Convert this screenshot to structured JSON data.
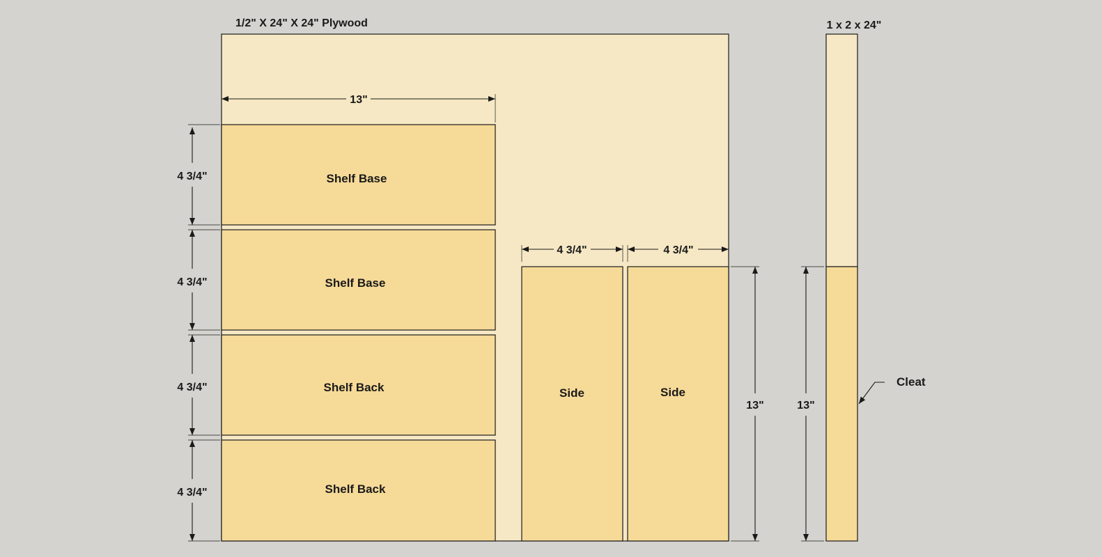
{
  "sheet": {
    "title": "1/2\" X 24\" X 24\" Plywood",
    "width_dim": "13\"",
    "side_width_1": "4 3/4\"",
    "side_width_2": "4 3/4\"",
    "side_height": "13\""
  },
  "parts": [
    {
      "label": "Shelf Base",
      "height_dim": "4 3/4\""
    },
    {
      "label": "Shelf Base",
      "height_dim": "4 3/4\""
    },
    {
      "label": "Shelf Back",
      "height_dim": "4 3/4\""
    },
    {
      "label": "Shelf Back",
      "height_dim": "4 3/4\""
    }
  ],
  "sides": [
    {
      "label": "Side"
    },
    {
      "label": "Side"
    }
  ],
  "stick": {
    "title": "1 x 2 x 24\"",
    "cleat_dim": "13\"",
    "cleat_label": "Cleat"
  },
  "colors": {
    "background": "#d4d3cf",
    "board": "#f6e8c4",
    "part": "#f6da97",
    "line": "#1a1a1a"
  }
}
